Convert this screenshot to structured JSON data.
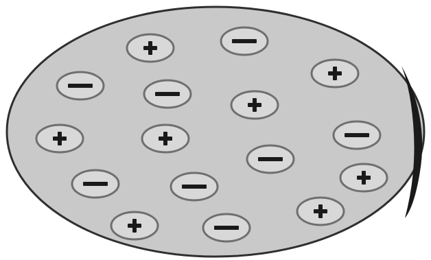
{
  "diagram": {
    "colors": {
      "background": "#ffffff",
      "disk_fill": "#c9c9c9",
      "disk_outline": "#2f2f2f",
      "charge_fill": "#d8d8d8",
      "charge_outline": "#6f6f6f",
      "charge_symbol": "#1a1a1a"
    },
    "charges": [
      {
        "sign": "positive"
      },
      {
        "sign": "negative"
      },
      {
        "sign": "positive"
      },
      {
        "sign": "negative"
      },
      {
        "sign": "negative"
      },
      {
        "sign": "positive"
      },
      {
        "sign": "positive"
      },
      {
        "sign": "positive"
      },
      {
        "sign": "negative"
      },
      {
        "sign": "negative"
      },
      {
        "sign": "negative"
      },
      {
        "sign": "negative"
      },
      {
        "sign": "positive"
      },
      {
        "sign": "positive"
      },
      {
        "sign": "positive"
      },
      {
        "sign": "negative"
      }
    ]
  }
}
